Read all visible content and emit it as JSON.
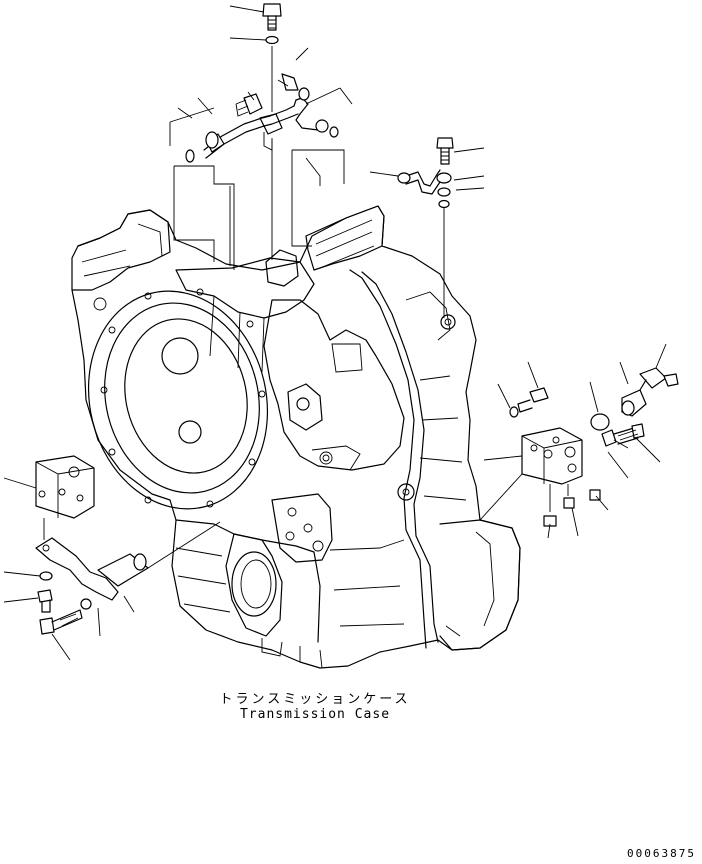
{
  "diagram": {
    "caption_jp": "トランスミッションケース",
    "caption_en": "Transmission Case",
    "doc_number": "00063875"
  }
}
